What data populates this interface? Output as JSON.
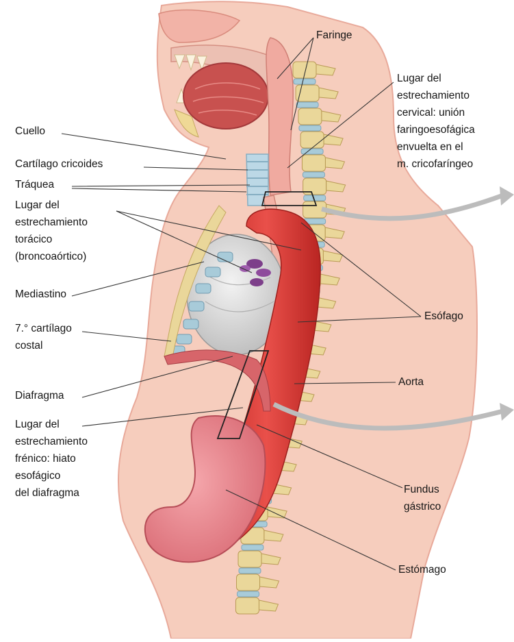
{
  "figure": {
    "left_labels": {
      "cuello": "Cuello",
      "cricoides": "Cartílago cricoides",
      "traquea": "Tráquea",
      "toracico": [
        "Lugar del",
        "estrechamiento",
        "torácico",
        "(broncoaórtico)"
      ],
      "mediastino": "Mediastino",
      "cartilago_costal": [
        "7.° cartílago",
        "costal"
      ],
      "diafragma": "Diafragma",
      "frenico": [
        "Lugar del",
        "estrechamiento",
        "frénico: hiato",
        "esofágico",
        "del diafragma"
      ]
    },
    "right_labels": {
      "faringe": "Faringe",
      "cervical": [
        "Lugar del",
        "estrechamiento",
        "cervical: unión",
        "faringoesofágica",
        "envuelta en el",
        "m. cricofaríngeo"
      ],
      "esofago": "Esófago",
      "aorta": "Aorta",
      "fundus": [
        "Fundus",
        "gástrico"
      ],
      "estomago": "Estómago"
    }
  },
  "colors": {
    "skin": "#f6cdbd",
    "spine_bone": "#ead79a",
    "spine_disc": "#a8cbd9",
    "aorta": "#d83a34",
    "stomach": "#e9848c",
    "heart": "#d9d9d9",
    "label_text": "#151515",
    "leader_line": "#333333",
    "arrow": "#bcbcbc"
  }
}
